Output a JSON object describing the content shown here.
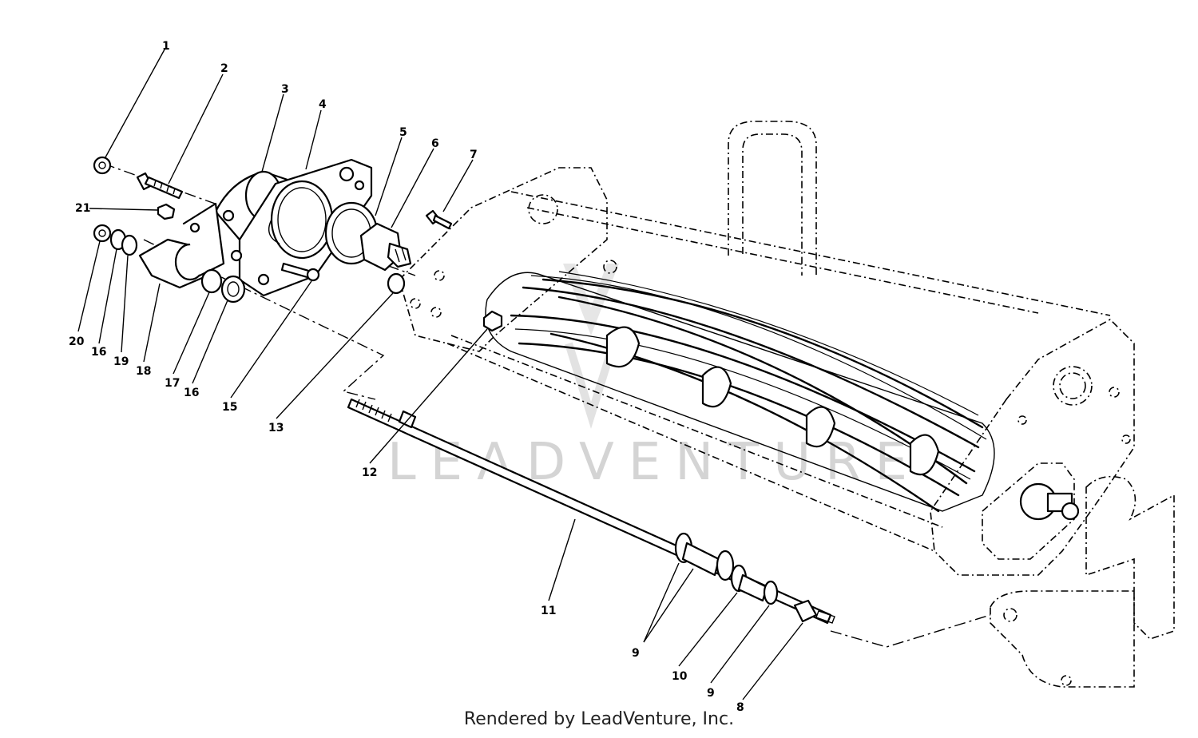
{
  "diagram": {
    "callouts": [
      "1",
      "2",
      "3",
      "4",
      "5",
      "6",
      "7",
      "21",
      "20",
      "16",
      "19",
      "18",
      "17",
      "16",
      "15",
      "13",
      "12",
      "11",
      "9",
      "10",
      "9",
      "8"
    ],
    "watermark": "LEADVENTURE"
  },
  "footer": {
    "credit": "Rendered by LeadVenture, Inc."
  }
}
